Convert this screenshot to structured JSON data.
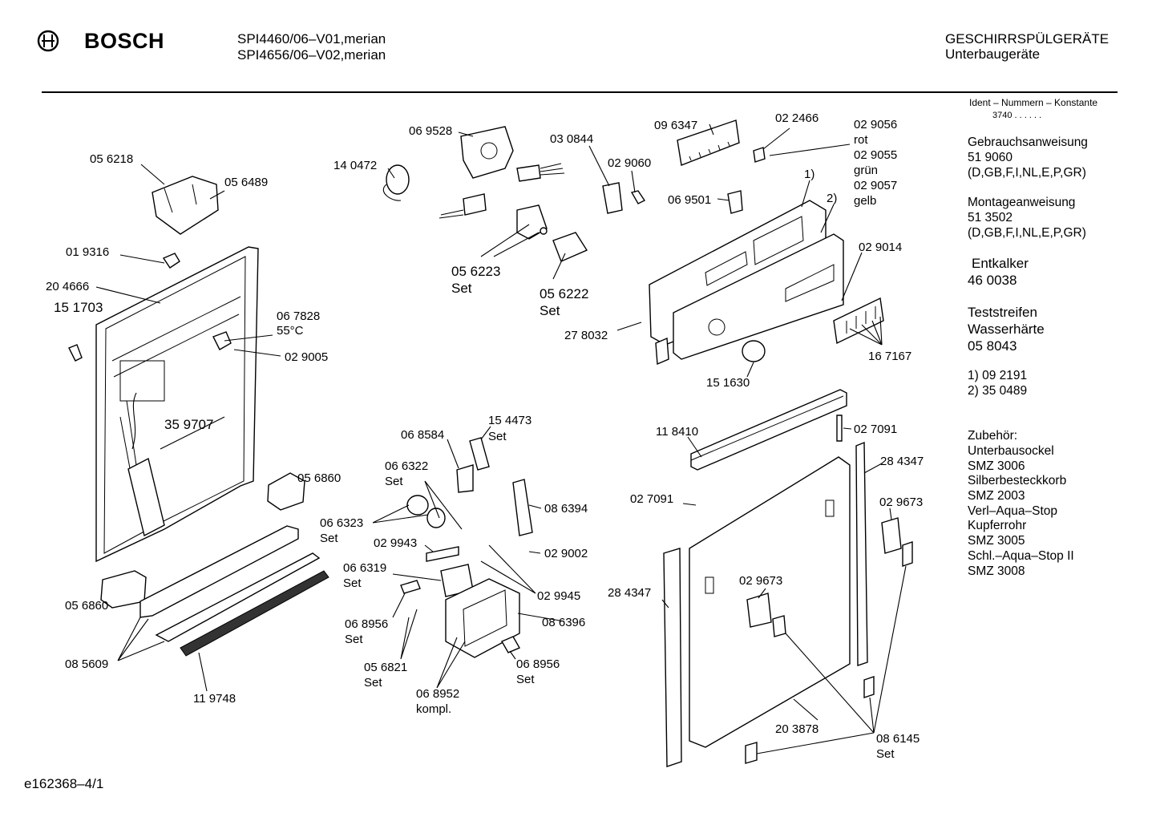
{
  "header": {
    "brand": "BOSCH",
    "models": [
      "SPI4460/06–V01,merian",
      "SPI4656/06–V02,merian"
    ],
    "category": "GESCHIRRSPÜLGERÄTE",
    "subcategory": "Unterbaugeräte"
  },
  "sidebar": {
    "ident_label": "Ident – Nummern – Konstante",
    "ident_value": "3740  .  .  .  .  .  .",
    "user_manual_label": "Gebrauchsanweisung",
    "user_manual_number": "51 9060",
    "user_manual_languages": "(D,GB,F,I,NL,E,P,GR)",
    "install_label": "Montageanweisung",
    "install_number": "51 3502",
    "install_languages": "(D,GB,F,I,NL,E,P,GR)",
    "descaler_label": "Entkalker",
    "descaler_number": "46 0038",
    "strips_label_1": "Teststreifen",
    "strips_label_2": "Wasserhärte",
    "strips_number": "05 8043",
    "footnote_1": "1)  09 2191",
    "footnote_2": "2)  35 0489",
    "accessories_title": "Zubehör:",
    "accessories": [
      "Unterbausockel",
      "SMZ 3006",
      "Silberbesteckkorb",
      "SMZ 2003",
      "Verl–Aqua–Stop",
      "Kupferrohr",
      "SMZ 3005",
      "Schl.–Aqua–Stop II",
      "SMZ 3008"
    ]
  },
  "footer": {
    "doc_id": "e162368–4/1"
  },
  "labels": {
    "p056218": "05 6218",
    "p056489": "05 6489",
    "p019316": "01 9316",
    "p204666": "20 4666",
    "p151703": "15 1703",
    "p067828": "06 7828",
    "p55c": "55°C",
    "p029005": "02 9005",
    "p359707": "35 9707",
    "p056860a": "05 6860",
    "p056860b": "05 6860",
    "p085609": "08 5609",
    "p119748": "11 9748",
    "p069528": "06 9528",
    "p140472": "14 0472",
    "p030844": "03 0844",
    "p029060": "02 9060",
    "p056223": "05 6223",
    "p056223set": "Set",
    "p056222": "05 6222",
    "p056222set": "Set",
    "p096347": "09 6347",
    "p022466": "02 2466",
    "p029056": "02 9056",
    "p_rot": "rot",
    "p029055": "02 9055",
    "p_gruen": "grün",
    "p029057": "02 9057",
    "p_gelb": "gelb",
    "p_fn1": "1)",
    "p_fn2": "2)",
    "p069501": "06 9501",
    "p029014": "02 9014",
    "p278032": "27 8032",
    "p167167": "16 7167",
    "p151630": "15 1630",
    "p068584": "06 8584",
    "p154473": "15 4473",
    "p154473set": "Set",
    "p066322": "06 6322",
    "p066322set": "Set",
    "p066323": "06 6323",
    "p066323set": "Set",
    "p086394": "08 6394",
    "p029943": "02 9943",
    "p029002": "02 9002",
    "p066319": "06 6319",
    "p066319set": "Set",
    "p029945": "02 9945",
    "p068956a": "06 8956",
    "p068956aset": "Set",
    "p086396": "08 6396",
    "p056821": "05 6821",
    "p056821set": "Set",
    "p068956b": "06 8956",
    "p068956bset": "Set",
    "p068952": "06 8952",
    "p068952kompl": "kompl.",
    "p118410": "11 8410",
    "p027091a": "02 7091",
    "p284347a": "28 4347",
    "p027091b": "02 7091",
    "p029673a": "02 9673",
    "p284347b": "28 4347",
    "p029673b": "02 9673",
    "p203878": "20 3878",
    "p086145": "08 6145",
    "p086145set": "Set"
  }
}
